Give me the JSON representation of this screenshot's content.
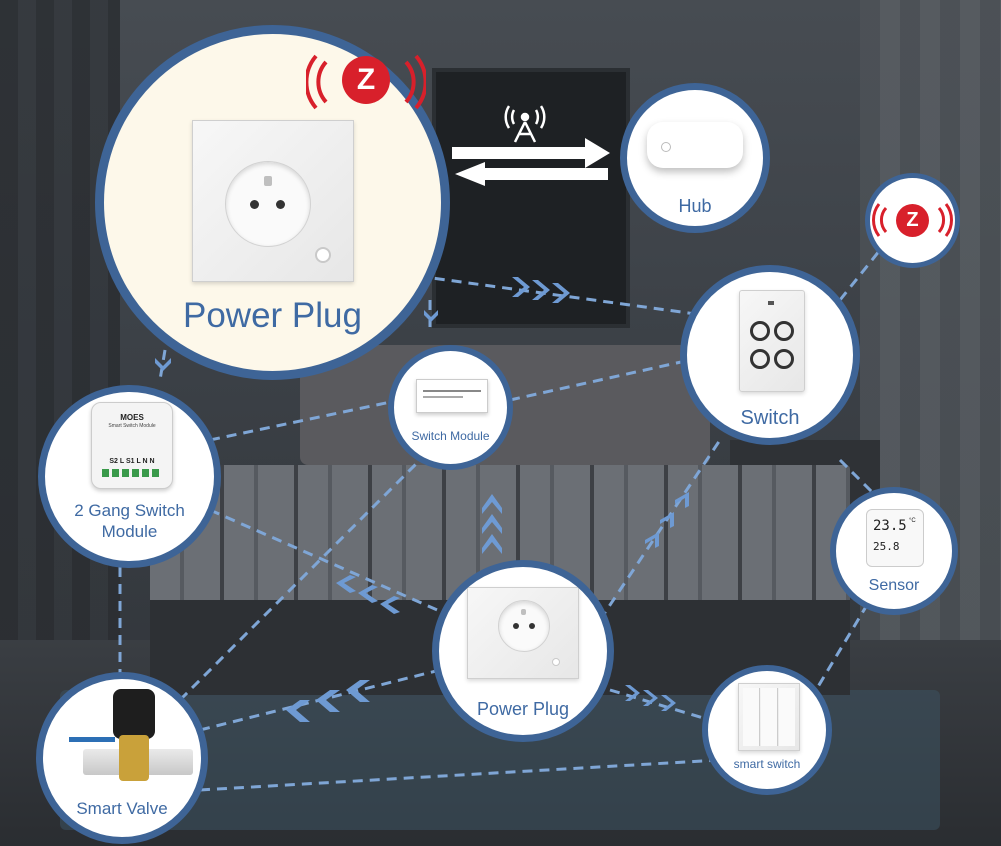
{
  "nodes": {
    "power_plug_main": {
      "label": "Power Plug"
    },
    "hub": {
      "label": "Hub"
    },
    "switch": {
      "label": "Switch"
    },
    "switch_module": {
      "label": "Switch Module"
    },
    "gang_module": {
      "label_line1": "2 Gang Switch",
      "label_line2": "Module",
      "device_brand": "MOES",
      "device_title": "Smart Switch Module",
      "device_terminals": "S2 L S1 L N N"
    },
    "sensor": {
      "label": "Sensor",
      "display_temp": "23.5",
      "display_unit": "°C",
      "display_humidity": "25.8"
    },
    "power_plug_center": {
      "label": "Power Plug"
    },
    "smart_switch": {
      "label": "smart switch"
    },
    "smart_valve": {
      "label": "Smart Valve"
    }
  },
  "badges": {
    "zigbee_icon": "Z"
  },
  "colors": {
    "accent": "#3f6aa3",
    "ring": "#3e6496",
    "zigbee_red": "#d8202b",
    "link": "#7fa6d6"
  }
}
